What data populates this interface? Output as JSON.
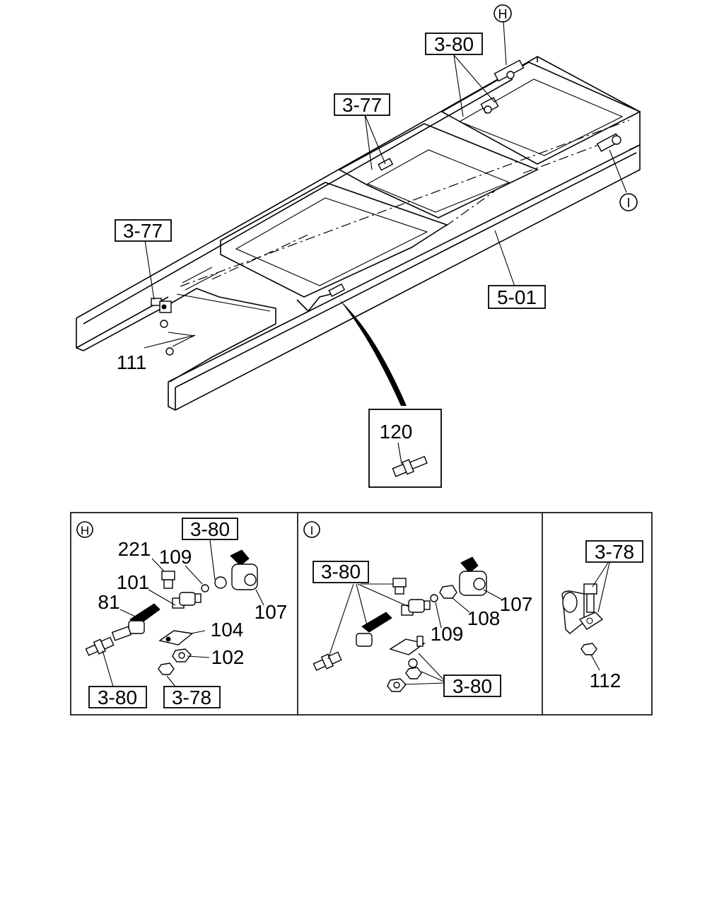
{
  "main_view": {
    "callouts": {
      "ref_3_80_top": "3-80",
      "ref_3_77_mid": "3-77",
      "ref_3_77_left": "3-77",
      "ref_5_01": "5-01",
      "part_111": "111",
      "part_120": "120"
    },
    "view_markers": {
      "h": "H",
      "i": "I"
    }
  },
  "detail_h": {
    "marker": "H",
    "labels": {
      "ref_3_80_top": "3-80",
      "p221": "221",
      "p109": "109",
      "p101": "101",
      "p81": "81",
      "p107": "107",
      "p104": "104",
      "p102": "102",
      "ref_3_80_bottom": "3-80",
      "ref_3_78": "3-78"
    }
  },
  "detail_i": {
    "marker": "I",
    "labels": {
      "ref_3_80_top": "3-80",
      "p107": "107",
      "p108": "108",
      "p109": "109",
      "ref_3_80_bottom": "3-80"
    }
  },
  "detail_right": {
    "labels": {
      "ref_3_78": "3-78",
      "p112": "112"
    }
  },
  "colors": {
    "ink": "#000000",
    "paper": "#ffffff"
  }
}
